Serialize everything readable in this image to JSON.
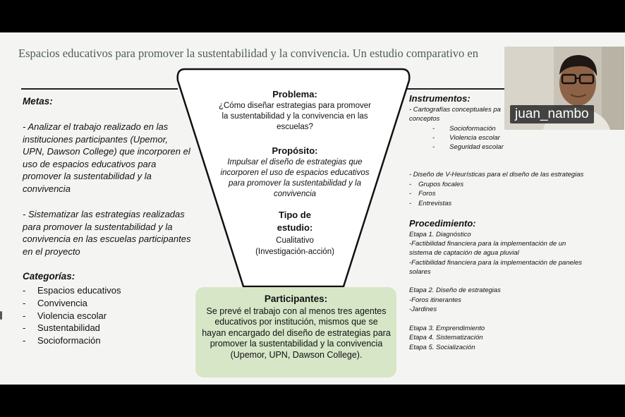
{
  "slide": {
    "title": "Espacios educativos para promover la sustentabilidad y la convivencia. Un estudio comparativo en"
  },
  "metas": {
    "heading": "Metas:",
    "items": [
      "- Analizar el trabajo realizado en las instituciones participantes (Upemor, UPN, Dawson College) que incorporen el uso de espacios educativos para promover la sustentabilidad y la convivencia",
      "- Sistematizar las estrategias realizadas para promover la sustentabilidad y la convivencia en las escuelas participantes en el proyecto"
    ]
  },
  "categorias": {
    "heading": "Categorías:",
    "bullet": "-",
    "items": [
      "Espacios educativos",
      "Convivencia",
      "Violencia escolar",
      "Sustentabilidad",
      "Socioformación"
    ]
  },
  "funnel": {
    "problema_heading": "Problema:",
    "problema_text": "¿Cómo diseñar estrategias para promover la sustentabilidad y la convivencia en las escuelas?",
    "proposito_heading": "Propósito:",
    "proposito_text": "Impulsar el diseño de estrategias que incorporen el uso de espacios educativos para promover la sustentabilidad y la convivencia",
    "tipo_heading_1": "Tipo de",
    "tipo_heading_2": "estudio:",
    "tipo_text_1": "Cualitativo",
    "tipo_text_2": "(Investigación-acción)"
  },
  "participantes": {
    "heading": "Participantes:",
    "text": "Se prevé el trabajo con al menos tres agentes educativos por institución, mismos que se hayan encargado del diseño de estrategias para promover la sustentabilidad y la convivencia (Upemor, UPN, Dawson College)."
  },
  "instrumentos": {
    "heading": "Instrumentos:",
    "line1": "- Cartografías conceptuales pa",
    "line2": "conceptos",
    "sub": [
      "Socioformación",
      "Violencia escolar",
      "Seguridad escolar"
    ],
    "vh": "- Diseño de V-Heurísticas para el diseño de las estrategias",
    "vh_items": [
      "Grupos focales",
      "Foros",
      "Entrevistas"
    ]
  },
  "procedimiento": {
    "heading": "Procedimiento:",
    "lines": [
      "Etapa 1. Diagnóstico",
      "-Factibilidad financiera para la implementación de un",
      "sistema de captación de agua pluvial",
      "-Factibilidad financiera para la implementación de paneles",
      "solares",
      "",
      "Etapa 2. Diseño de estrategias",
      "-Foros itinerantes",
      "-Jardines",
      "",
      "Etapa 3. Emprendimiento",
      "Etapa 4. Sistematización",
      "Etapa 5. Socialización"
    ]
  },
  "video": {
    "participant_name": "juan_nambo"
  },
  "colors": {
    "slide_bg": "#f4f5f3",
    "participantes_box": "#d6e6c7",
    "title_color": "#4e5c56"
  }
}
